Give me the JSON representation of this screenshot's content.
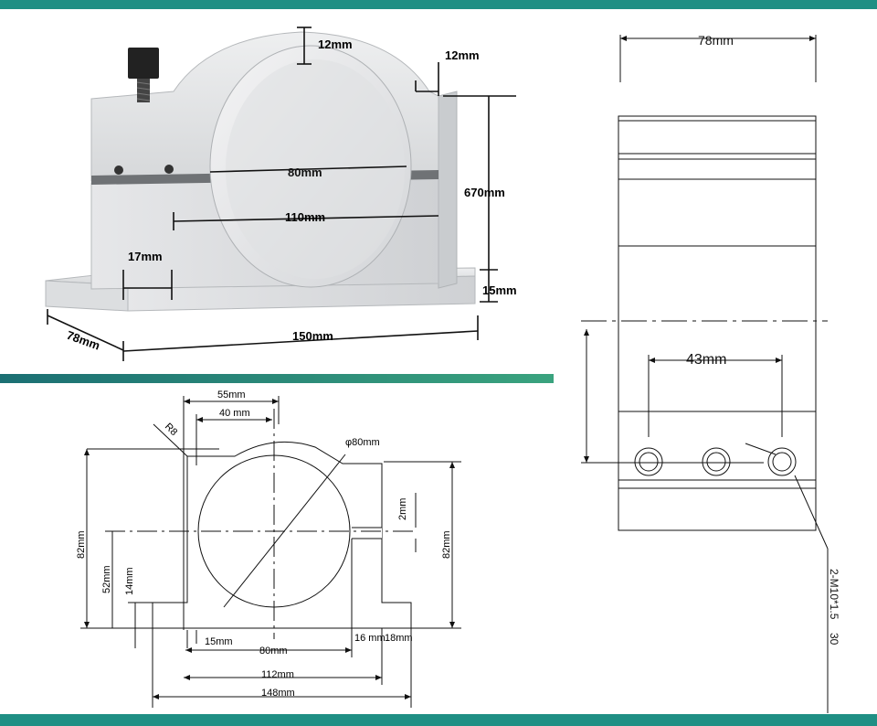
{
  "colors": {
    "band": "#1f8f84",
    "band_dark": "#16756d",
    "metal": "#d9dbdd",
    "metal_dark": "#b9bcbf",
    "bore": "#e7e8ea",
    "ink": "#111111"
  },
  "photo": {
    "top_thickness": "12mm",
    "side_step": "12mm",
    "inner_diameter": "80mm",
    "outer_width": "110mm",
    "height": "670mm",
    "foot_width": "17mm",
    "foot_height": "15mm",
    "depth": "78mm",
    "base_length": "150mm"
  },
  "side_view": {
    "width": "78mm",
    "hole_spacing": "43mm",
    "thread_spec": "2-M10*1.5",
    "thread_depth": "30"
  },
  "front_view": {
    "dim_55": "55mm",
    "dim_40": "40 mm",
    "radius": "R8",
    "bore": "φ80mm",
    "slot": "2mm",
    "height_left": "82mm",
    "height_right": "82mm",
    "center_height": "52mm",
    "foot_height": "14mm",
    "dim_15": "15mm",
    "dim_16": "16 mm",
    "dim_18": "18mm",
    "dim_80": "80mm",
    "dim_112": "112mm",
    "dim_148": "148mm"
  }
}
